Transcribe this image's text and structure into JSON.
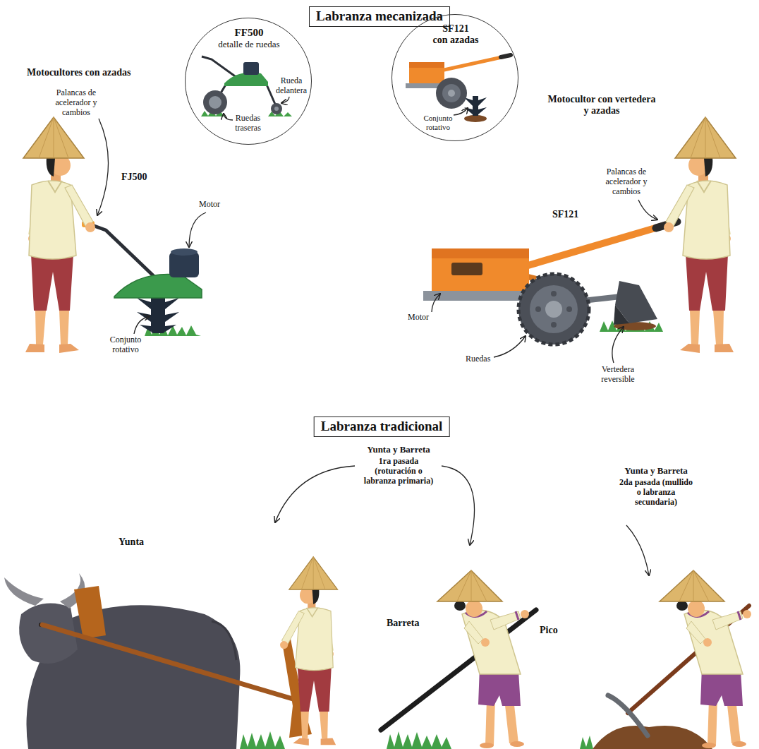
{
  "diagram": {
    "nodes": [
      {
        "text": [
          "Labranza mecanizada"
        ]
      },
      {
        "text": [
          "FF500",
          "detalle de ruedas",
          "Ruedas traseras",
          "Rueda delantera"
        ]
      },
      {
        "text": [
          "SF121",
          "con azadas",
          "Conjunto rotativo"
        ]
      },
      {
        "text": [
          "Labranza tradicional"
        ]
      }
    ],
    "labels": [
      "Motocultores con azadas",
      "Palancas de acelerador y cambios",
      "FJ500",
      "Motor",
      "Conjunto rotativo",
      "Motocultor con vertedera y azadas",
      "Palancas de acelerador y cambios",
      "SF121",
      "Motor",
      "Ruedas",
      "Vertedera reversible",
      "Yunta y Barreta",
      "1ra pasada (roturación o labranza primaria)",
      "Yunta y Barreta",
      "2da pasada (mullido o labranza secundaria)",
      "Yunta",
      "Barreta",
      "Pico"
    ]
  }
}
